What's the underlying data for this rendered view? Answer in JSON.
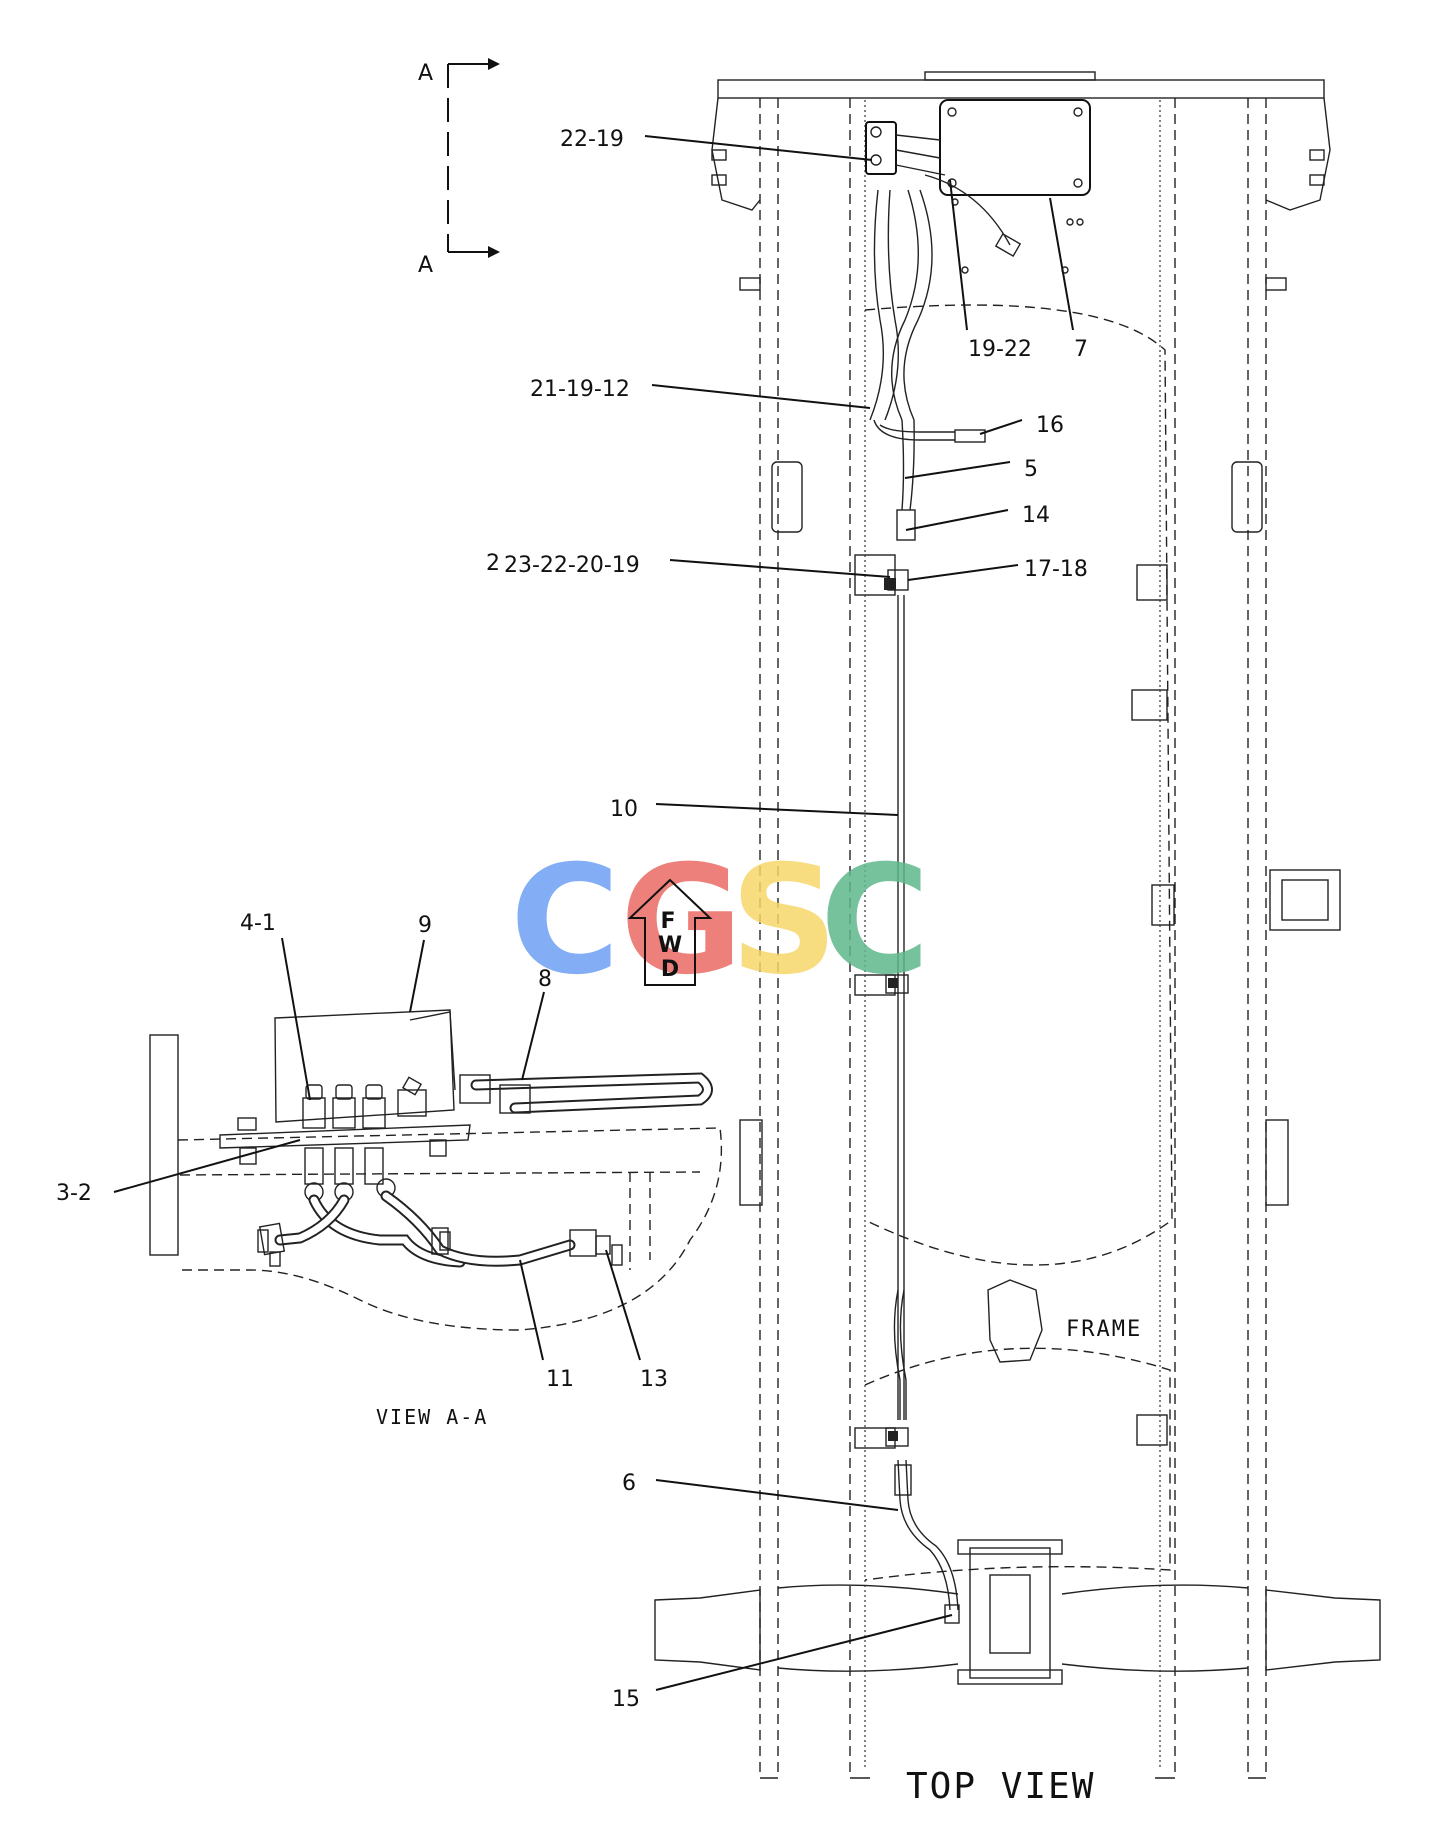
{
  "section_marker": {
    "top_letter": "A",
    "bottom_letter": "A"
  },
  "callouts": {
    "c_22_19": "22-19",
    "c_19_22": "19-22",
    "c_7": "7",
    "c_21_19_12": "21-19-12",
    "c_16": "16",
    "c_5": "5",
    "c_14": "14",
    "c_23_22_20_19": "23-22-20-19",
    "c_stray_2": "2",
    "c_17_18": "17-18",
    "c_10": "10",
    "c_4_1": "4-1",
    "c_9": "9",
    "c_8": "8",
    "c_3_2": "3-2",
    "c_11": "11",
    "c_13": "13",
    "c_6": "6",
    "c_15": "15"
  },
  "labels": {
    "frame": "FRAME",
    "view_aa": "VIEW A-A",
    "top_view": "TOP VIEW",
    "fwd_letters": [
      "F",
      "W",
      "D"
    ]
  },
  "watermark": {
    "letters": [
      "C",
      "G",
      "S",
      "C"
    ],
    "colors": [
      "#6ea0f5",
      "#ea6a64",
      "#f7d66a",
      "#5fb88c"
    ]
  }
}
